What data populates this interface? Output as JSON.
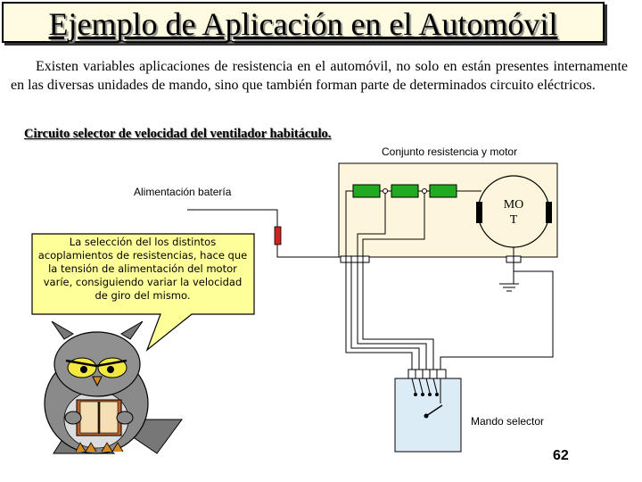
{
  "title": "Ejemplo de Aplicación en el Automóvil",
  "intro": "Existen variables aplicaciones de resistencia en el automóvil, no solo en están presentes internamente en las diversas unidades de mando, sino que también forman parte de determinados circuito eléctricos.",
  "section_title": "Circuito selector de velocidad del ventilador habitáculo.",
  "diagram": {
    "label_resistor_motor": "Conjunto resistencia y motor",
    "label_battery": "Alimentación batería",
    "motor_line1": "MO",
    "motor_line2": "T",
    "label_selector": "Mando selector"
  },
  "callout": "La selección del los distintos acoplamientos de resistencias, hace que la tensión de alimentación del motor varíe, consiguiendo variar la velocidad de giro del mismo.",
  "page_number": "62",
  "colors": {
    "title_bg": "#fffbe0",
    "resistor_box_bg": "#fef6dc",
    "resistor_green": "#22aa22",
    "fuse_red": "#cc2222",
    "bubble_bg": "#ffff99",
    "selector_bg": "#dcecf6"
  }
}
